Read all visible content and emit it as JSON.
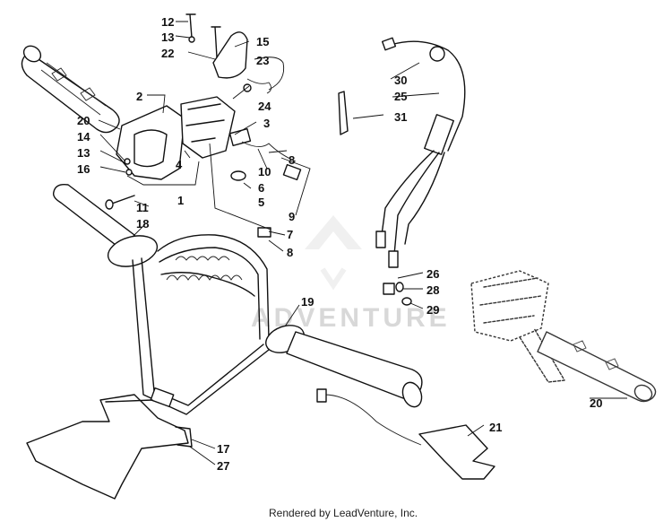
{
  "callouts": [
    {
      "id": "c12",
      "label": "12"
    },
    {
      "id": "c13a",
      "label": "13"
    },
    {
      "id": "c22",
      "label": "22"
    },
    {
      "id": "c15",
      "label": "15"
    },
    {
      "id": "c23",
      "label": "23"
    },
    {
      "id": "c2",
      "label": "2"
    },
    {
      "id": "c24",
      "label": "24"
    },
    {
      "id": "c3",
      "label": "3"
    },
    {
      "id": "c20a",
      "label": "20"
    },
    {
      "id": "c14",
      "label": "14"
    },
    {
      "id": "c13b",
      "label": "13"
    },
    {
      "id": "c16",
      "label": "16"
    },
    {
      "id": "c4",
      "label": "4"
    },
    {
      "id": "c8a",
      "label": "8"
    },
    {
      "id": "c10",
      "label": "10"
    },
    {
      "id": "c6",
      "label": "6"
    },
    {
      "id": "c1",
      "label": "1"
    },
    {
      "id": "c5",
      "label": "5"
    },
    {
      "id": "c11",
      "label": "11"
    },
    {
      "id": "c9",
      "label": "9"
    },
    {
      "id": "c18",
      "label": "18"
    },
    {
      "id": "c7",
      "label": "7"
    },
    {
      "id": "c8b",
      "label": "8"
    },
    {
      "id": "c30",
      "label": "30"
    },
    {
      "id": "c25",
      "label": "25"
    },
    {
      "id": "c31",
      "label": "31"
    },
    {
      "id": "c26",
      "label": "26"
    },
    {
      "id": "c28",
      "label": "28"
    },
    {
      "id": "c29",
      "label": "29"
    },
    {
      "id": "c19",
      "label": "19"
    },
    {
      "id": "c20b",
      "label": "20"
    },
    {
      "id": "c21",
      "label": "21"
    },
    {
      "id": "c17",
      "label": "17"
    },
    {
      "id": "c27",
      "label": "27"
    }
  ],
  "watermark": "ADVENTURE",
  "footer": "Rendered by LeadVenture, Inc."
}
